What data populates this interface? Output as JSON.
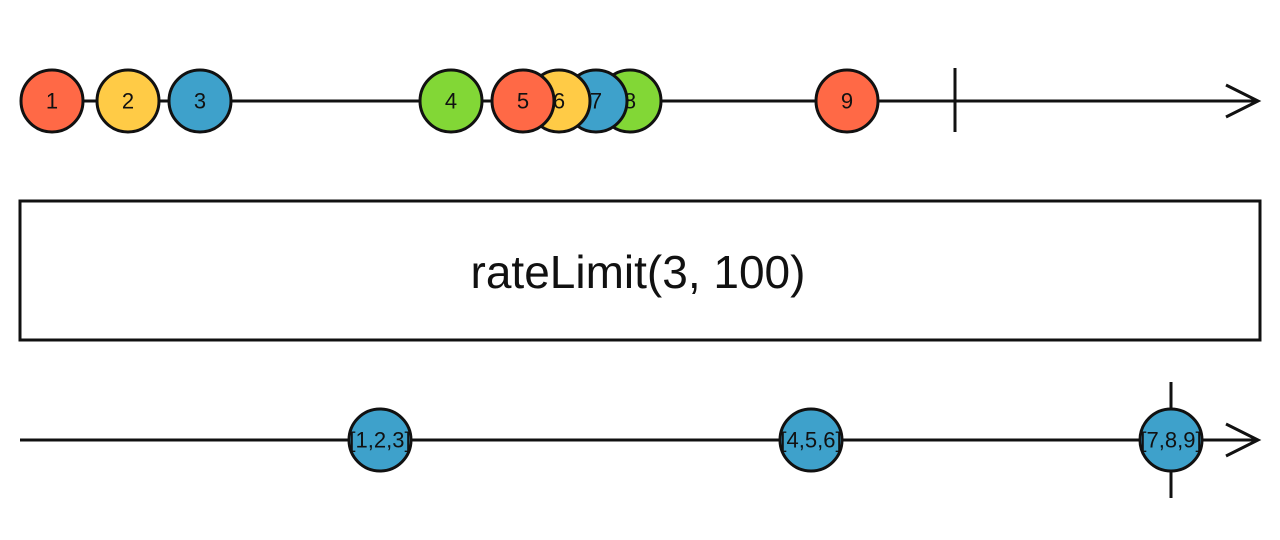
{
  "colors": {
    "red": "#ff6946",
    "yellow": "#ffcb46",
    "blue": "#3ea1cb",
    "green": "#82d736",
    "stroke": "#111111"
  },
  "operator": {
    "label": "rateLimit(3, 100)"
  },
  "input": {
    "marbles": [
      {
        "label": "1",
        "color": "red"
      },
      {
        "label": "2",
        "color": "yellow"
      },
      {
        "label": "3",
        "color": "blue"
      },
      {
        "label": "4",
        "color": "green"
      },
      {
        "label": "6",
        "color": "yellow"
      },
      {
        "label": "5",
        "color": "red"
      },
      {
        "label": "8",
        "color": "green"
      },
      {
        "label": "7",
        "color": "blue"
      },
      {
        "label": "9",
        "color": "red"
      }
    ],
    "completed": true
  },
  "output": {
    "marbles": [
      {
        "label": "[1,2,3]",
        "color": "blue"
      },
      {
        "label": "[4,5,6]",
        "color": "blue"
      },
      {
        "label": "[7,8,9]",
        "color": "blue"
      }
    ],
    "completed": true
  }
}
